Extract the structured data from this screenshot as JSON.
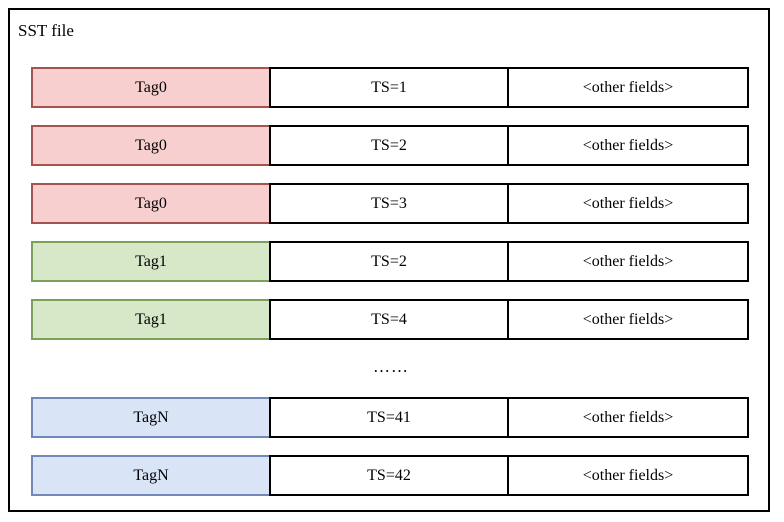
{
  "diagram": {
    "title": "SST file",
    "ellipsis": "……",
    "colors": {
      "red_fill": "#f7cfcf",
      "red_border": "#a5534f",
      "green_fill": "#d7e8c9",
      "green_border": "#7aa05a",
      "blue_fill": "#d9e5f7",
      "blue_border": "#7089b8",
      "box_border": "#000000",
      "background": "#ffffff"
    },
    "columns": [
      "tag",
      "timestamp",
      "other"
    ],
    "rows": [
      {
        "tag": "Tag0",
        "timestamp": "TS=1",
        "other": "<other fields>",
        "color": "red"
      },
      {
        "tag": "Tag0",
        "timestamp": "TS=2",
        "other": "<other fields>",
        "color": "red"
      },
      {
        "tag": "Tag0",
        "timestamp": "TS=3",
        "other": "<other fields>",
        "color": "red"
      },
      {
        "tag": "Tag1",
        "timestamp": "TS=2",
        "other": "<other fields>",
        "color": "green"
      },
      {
        "tag": "Tag1",
        "timestamp": "TS=4",
        "other": "<other fields>",
        "color": "green"
      },
      {
        "tag": "TagN",
        "timestamp": "TS=41",
        "other": "<other fields>",
        "color": "blue"
      },
      {
        "tag": "TagN",
        "timestamp": "TS=42",
        "other": "<other fields>",
        "color": "blue"
      }
    ],
    "ellipsis_after_row_index": 4
  }
}
